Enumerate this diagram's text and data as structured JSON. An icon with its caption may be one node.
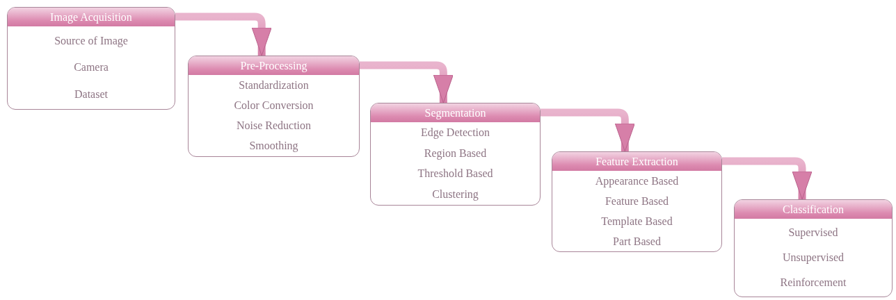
{
  "diagram": {
    "nodes": [
      {
        "text": [
          "Image Acquisition",
          "Source of Image",
          "Camera",
          "Dataset"
        ]
      },
      {
        "text": [
          "Pre-Processing",
          "Standardization",
          "Color Conversion",
          "Noise Reduction",
          "Smoothing"
        ]
      },
      {
        "text": [
          "Segmentation",
          "Edge Detection",
          "Region Based",
          "Threshold Based",
          "Clustering"
        ]
      },
      {
        "text": [
          "Feature Extraction",
          "Appearance Based",
          "Feature Based",
          "Template Based",
          "Part Based"
        ]
      },
      {
        "text": [
          "Classification",
          "Supervised",
          "Unsupervised",
          "Reinforcement"
        ]
      }
    ],
    "edges": [
      {
        "from": 0,
        "to": 1,
        "arrow": "to",
        "style": "thick"
      },
      {
        "from": 1,
        "to": 2,
        "arrow": "to",
        "style": "thick"
      },
      {
        "from": 2,
        "to": 3,
        "arrow": "to",
        "style": "thick"
      },
      {
        "from": 3,
        "to": 4,
        "arrow": "to",
        "style": "thick"
      }
    ]
  }
}
